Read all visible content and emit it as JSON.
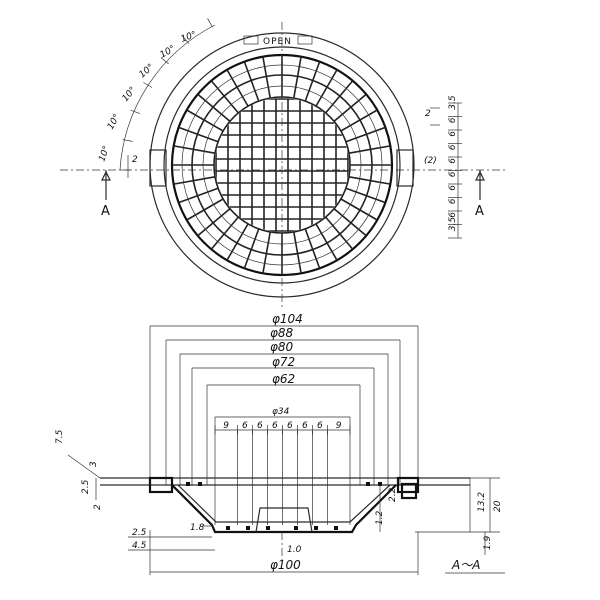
{
  "plan": {
    "open_label": "OPEN",
    "angle_labels": [
      "10°",
      "10°",
      "10°",
      "10°",
      "10°",
      "10°"
    ],
    "left_dim_label": "2",
    "right_top_dim": "2",
    "right_circle_label": "(2)",
    "right_dims": [
      "3.5",
      "6",
      "6",
      "6",
      "6",
      "6",
      "6",
      "6",
      "6",
      "3.5"
    ],
    "section_mark": "A"
  },
  "elevation": {
    "dia_outer": "φ104",
    "dia_88": "φ88",
    "dia_80": "φ80",
    "dia_72": "φ72",
    "dia_62": "φ62",
    "dia_34": "φ34",
    "bar_spacing": [
      "9",
      "6",
      "6",
      "6",
      "6",
      "6",
      "6",
      "9"
    ],
    "left_dims": [
      "7.5",
      "3",
      "2.5",
      "2"
    ],
    "bottom_left_dims": [
      "2.5",
      "4.5"
    ],
    "right_dims": [
      "13.2",
      "20",
      "2.2",
      "1.2",
      "1.9"
    ],
    "corner_label": "1.8",
    "bottom_center": "1.0",
    "dia_bottom": "φ100",
    "section_title": "A～A"
  }
}
